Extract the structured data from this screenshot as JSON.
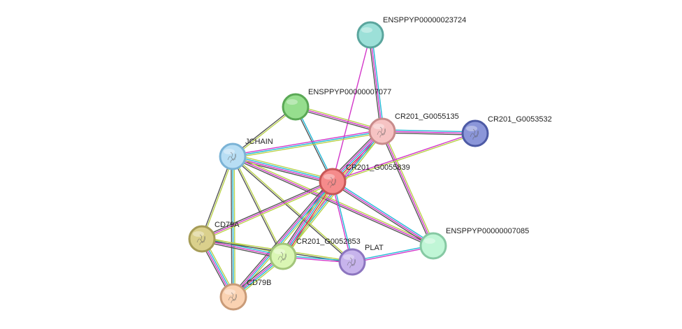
{
  "network": {
    "nodes": [
      {
        "id": "ENSPPYP00000023724",
        "label": "ENSPPYP00000023724",
        "fill": "#9ce0d8",
        "stroke": "#5aa59d",
        "structure": false
      },
      {
        "id": "ENSPPYP00000007077",
        "label": "ENSPPYP00000007077",
        "fill": "#96de8e",
        "stroke": "#5aa855",
        "structure": false
      },
      {
        "id": "CR201_G0055135",
        "label": "CR201_G0055135",
        "fill": "#f6c3c3",
        "stroke": "#c88b8b",
        "structure": true
      },
      {
        "id": "CR201_G0053532",
        "label": "CR201_G0053532",
        "fill": "#8b96d9",
        "stroke": "#4d5aa5",
        "structure": true
      },
      {
        "id": "JCHAIN",
        "label": "JCHAIN",
        "fill": "#b8def4",
        "stroke": "#7bb3d6",
        "structure": true
      },
      {
        "id": "CR201_G0055839",
        "label": "CR201_G0055839",
        "fill": "#f58b8b",
        "stroke": "#c75757",
        "structure": true
      },
      {
        "id": "CD79A",
        "label": "CD79A",
        "fill": "#dad08c",
        "stroke": "#a69c57",
        "structure": true
      },
      {
        "id": "ENSPPYP00000007085",
        "label": "ENSPPYP00000007085",
        "fill": "#c0f6d6",
        "stroke": "#86c9a3",
        "structure": false
      },
      {
        "id": "CR201_G0052853",
        "label": "CR201_G0052853",
        "fill": "#daf6b4",
        "stroke": "#a2c57a",
        "structure": true
      },
      {
        "id": "PLAT",
        "label": "PLAT",
        "fill": "#c7b4ec",
        "stroke": "#8c75bf",
        "structure": true
      },
      {
        "id": "CD79B",
        "label": "CD79B",
        "fill": "#fad2b2",
        "stroke": "#c99b78",
        "structure": true
      }
    ],
    "edges": [
      {
        "source": "ENSPPYP00000023724",
        "target": "CR201_G0055135",
        "colors": [
          "#22b8d6",
          "#d336c9",
          "#555555"
        ]
      },
      {
        "source": "ENSPPYP00000023724",
        "target": "CR201_G0055839",
        "colors": [
          "#d336c9"
        ]
      },
      {
        "source": "ENSPPYP00000007077",
        "target": "CR201_G0055135",
        "colors": [
          "#b9d14a",
          "#d336c9",
          "#555555"
        ]
      },
      {
        "source": "ENSPPYP00000007077",
        "target": "JCHAIN",
        "colors": [
          "#b9d14a",
          "#555555"
        ]
      },
      {
        "source": "ENSPPYP00000007077",
        "target": "CR201_G0055839",
        "colors": [
          "#22b8d6",
          "#555555"
        ]
      },
      {
        "source": "CR201_G0055135",
        "target": "CR201_G0053532",
        "colors": [
          "#22b8d6",
          "#d336c9",
          "#555555"
        ]
      },
      {
        "source": "CR201_G0055135",
        "target": "JCHAIN",
        "colors": [
          "#b9d14a",
          "#22b8d6",
          "#d336c9"
        ]
      },
      {
        "source": "CR201_G0055135",
        "target": "CR201_G0055839",
        "colors": [
          "#b9d14a",
          "#e33b3b",
          "#22b8d6",
          "#d336c9",
          "#555555"
        ]
      },
      {
        "source": "CR201_G0055135",
        "target": "ENSPPYP00000007085",
        "colors": [
          "#b9d14a",
          "#d336c9",
          "#555555"
        ]
      },
      {
        "source": "CR201_G0055135",
        "target": "CR201_G0052853",
        "colors": [
          "#b9d14a",
          "#22b8d6",
          "#d336c9"
        ]
      },
      {
        "source": "CR201_G0053532",
        "target": "CR201_G0055839",
        "colors": [
          "#b9d14a",
          "#d336c9"
        ]
      },
      {
        "source": "JCHAIN",
        "target": "CR201_G0055839",
        "colors": [
          "#b9d14a",
          "#22b8d6",
          "#d336c9",
          "#555555"
        ]
      },
      {
        "source": "JCHAIN",
        "target": "CD79A",
        "colors": [
          "#b9d14a",
          "#555555"
        ]
      },
      {
        "source": "JCHAIN",
        "target": "CD79B",
        "colors": [
          "#b9d14a",
          "#22b8d6",
          "#555555"
        ]
      },
      {
        "source": "JCHAIN",
        "target": "CR201_G0052853",
        "colors": [
          "#b9d14a",
          "#555555"
        ]
      },
      {
        "source": "JCHAIN",
        "target": "ENSPPYP00000007085",
        "colors": [
          "#b9d14a",
          "#d336c9",
          "#555555"
        ]
      },
      {
        "source": "JCHAIN",
        "target": "PLAT",
        "colors": [
          "#b9d14a",
          "#555555"
        ]
      },
      {
        "source": "CR201_G0055839",
        "target": "CD79A",
        "colors": [
          "#b9d14a",
          "#d336c9",
          "#555555"
        ]
      },
      {
        "source": "CR201_G0055839",
        "target": "CR201_G0052853",
        "colors": [
          "#b9d14a",
          "#e33b3b",
          "#22b8d6",
          "#d336c9",
          "#555555"
        ]
      },
      {
        "source": "CR201_G0055839",
        "target": "CD79B",
        "colors": [
          "#b9d14a",
          "#22b8d6",
          "#d336c9",
          "#555555"
        ]
      },
      {
        "source": "CR201_G0055839",
        "target": "PLAT",
        "colors": [
          "#22b8d6",
          "#d336c9"
        ]
      },
      {
        "source": "CR201_G0055839",
        "target": "ENSPPYP00000007085",
        "colors": [
          "#22b8d6",
          "#d336c9",
          "#555555"
        ]
      },
      {
        "source": "CD79A",
        "target": "CR201_G0052853",
        "colors": [
          "#b9d14a",
          "#22b8d6",
          "#d336c9",
          "#555555"
        ]
      },
      {
        "source": "CD79A",
        "target": "CD79B",
        "colors": [
          "#b9d14a",
          "#22b8d6",
          "#d336c9",
          "#555555"
        ]
      },
      {
        "source": "CD79A",
        "target": "PLAT",
        "colors": [
          "#b9d14a",
          "#555555"
        ]
      },
      {
        "source": "CR201_G0052853",
        "target": "CD79B",
        "colors": [
          "#b9d14a",
          "#22b8d6",
          "#d336c9",
          "#555555"
        ]
      },
      {
        "source": "CR201_G0052853",
        "target": "PLAT",
        "colors": [
          "#22b8d6",
          "#d336c9"
        ]
      },
      {
        "source": "PLAT",
        "target": "ENSPPYP00000007085",
        "colors": [
          "#22b8d6",
          "#d336c9"
        ]
      }
    ]
  }
}
